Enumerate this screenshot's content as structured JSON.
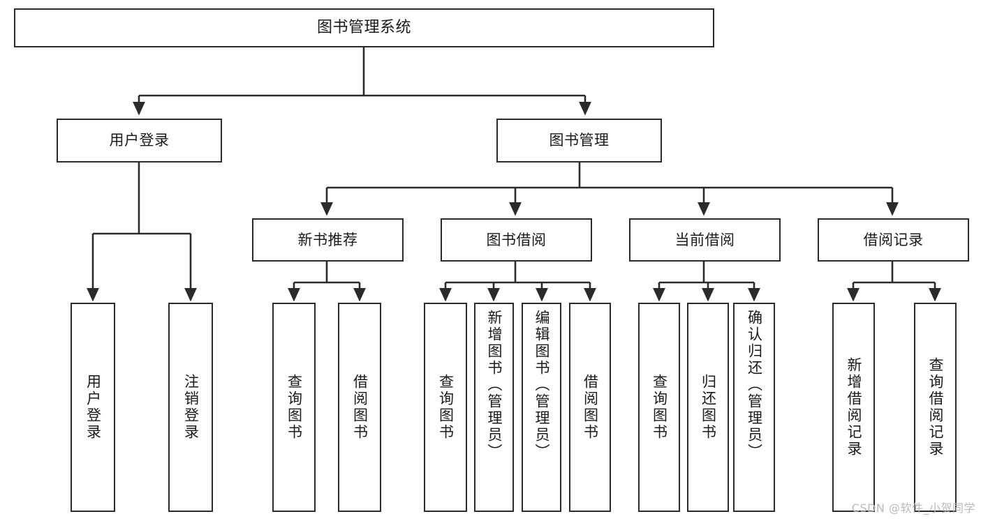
{
  "diagram": {
    "type": "tree-hierarchy",
    "title": "图书管理系统",
    "watermark": "CSDN @软件_小贺同学",
    "colors": {
      "node_border": "#2b2b2b",
      "node_fill": "#ffffff",
      "edge": "#2b2b2b",
      "text": "#1a1a1a",
      "watermark": "#b9b9b9",
      "background": "#ffffff"
    },
    "nodes": {
      "root": {
        "label": "图书管理系统"
      },
      "level1": [
        {
          "id": "user-login",
          "label": "用户登录"
        },
        {
          "id": "book-manage",
          "label": "图书管理"
        }
      ],
      "level2": [
        {
          "id": "new-book-recommend",
          "label": "新书推荐",
          "parent": "book-manage"
        },
        {
          "id": "book-borrow",
          "label": "图书借阅",
          "parent": "book-manage"
        },
        {
          "id": "current-borrow",
          "label": "当前借阅",
          "parent": "book-manage"
        },
        {
          "id": "borrow-record",
          "label": "借阅记录",
          "parent": "book-manage"
        }
      ],
      "leaves": [
        {
          "id": "leaf-user-login",
          "label": "用户登录",
          "parent": "user-login"
        },
        {
          "id": "leaf-logout-login",
          "label": "注销登录",
          "parent": "user-login"
        },
        {
          "id": "leaf-query-book-1",
          "label": "查询图书",
          "parent": "new-book-recommend"
        },
        {
          "id": "leaf-borrow-book-1",
          "label": "借阅图书",
          "parent": "new-book-recommend"
        },
        {
          "id": "leaf-query-book-2",
          "label": "查询图书",
          "parent": "book-borrow"
        },
        {
          "id": "leaf-add-book",
          "label": "新增图书（管理员）",
          "parent": "book-borrow"
        },
        {
          "id": "leaf-edit-book",
          "label": "编辑图书（管理员）",
          "parent": "book-borrow"
        },
        {
          "id": "leaf-borrow-book-2",
          "label": "借阅图书",
          "parent": "book-borrow"
        },
        {
          "id": "leaf-query-book-3",
          "label": "查询图书",
          "parent": "current-borrow"
        },
        {
          "id": "leaf-return-book",
          "label": "归还图书",
          "parent": "current-borrow"
        },
        {
          "id": "leaf-confirm-return",
          "label": "确认归还（管理员）",
          "parent": "current-borrow"
        },
        {
          "id": "leaf-add-record",
          "label": "新增借阅记录",
          "parent": "borrow-record"
        },
        {
          "id": "leaf-query-record",
          "label": "查询借阅记录",
          "parent": "borrow-record"
        }
      ]
    }
  }
}
